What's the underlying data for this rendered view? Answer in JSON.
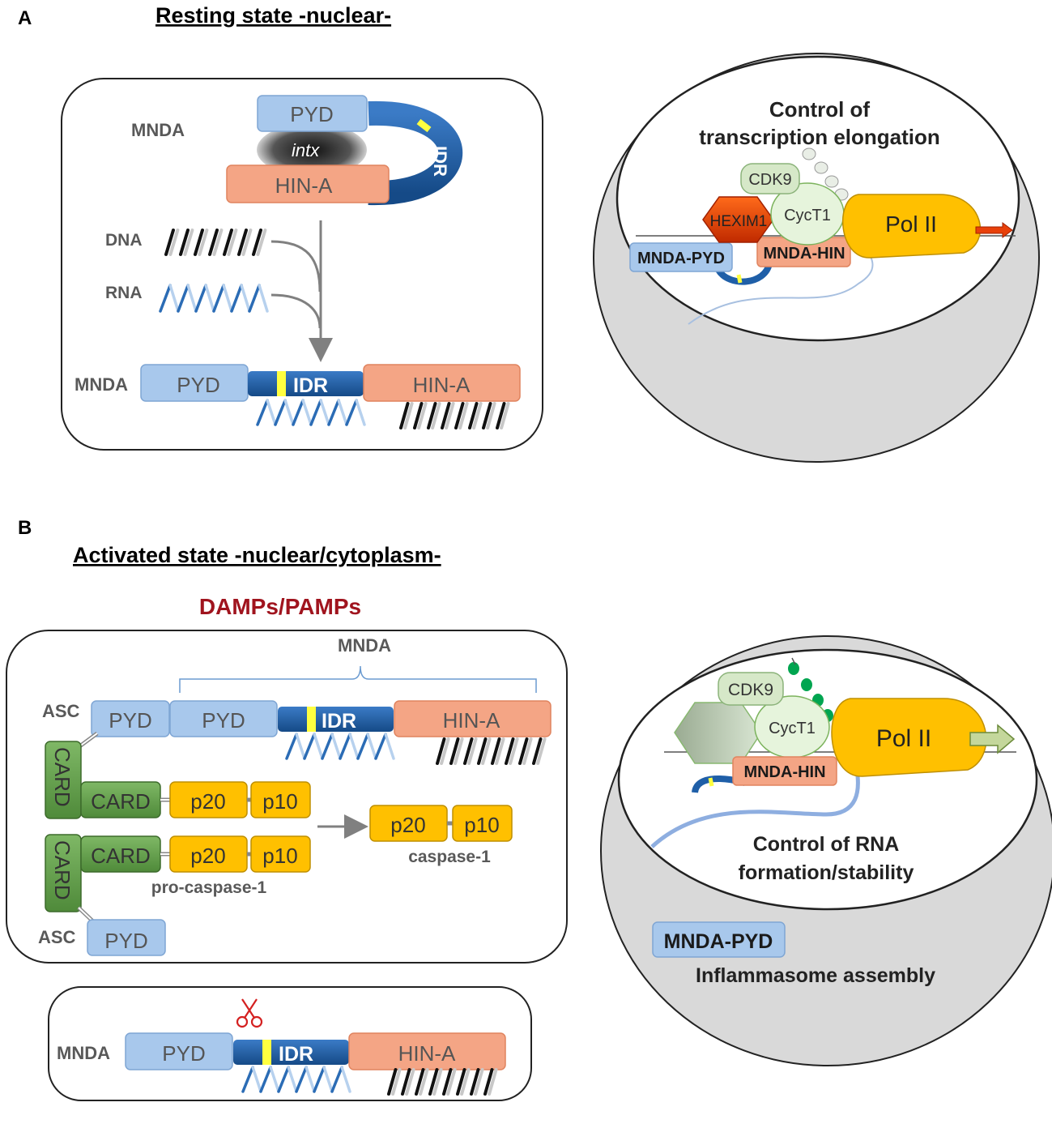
{
  "panel_a": {
    "letter": "A",
    "title": "Resting state -nuclear-",
    "left_box": {
      "mnda_label": "MNDA",
      "pyd": "PYD",
      "intx": "intx",
      "idr": "IDR",
      "hin": "HIN-A",
      "dna_label": "DNA",
      "rna_label": "RNA",
      "linear": {
        "mnda": "MNDA",
        "pyd": "PYD",
        "idr": "IDR",
        "hin": "HIN-A"
      }
    },
    "right_cell": {
      "title_line1": "Control of",
      "title_line2": "transcription elongation",
      "cdk9": "CDK9",
      "cyct1": "CycT1",
      "hexim1": "HEXIM1",
      "pol2": "Pol II",
      "mnda_pyd": "MNDA-PYD",
      "mnda_hin": "MNDA-HIN"
    }
  },
  "panel_b": {
    "letter": "B",
    "title": "Activated state -nuclear/cytoplasm-",
    "damps": "DAMPs/PAMPs",
    "inflammasome_box": {
      "mnda_label": "MNDA",
      "asc_top": "ASC",
      "asc_pyd": "PYD",
      "pyd": "PYD",
      "idr": "IDR",
      "hin": "HIN-A",
      "card_vertical": "CARD",
      "card": "CARD",
      "p20": "p20",
      "p10": "p10",
      "procaspase": "pro-caspase-1",
      "caspase": "caspase-1",
      "asc_bottom": "ASC",
      "asc_pyd_bottom": "PYD"
    },
    "cleaved_box": {
      "mnda": "MNDA",
      "pyd": "PYD",
      "idr": "IDR",
      "hin": "HIN-A"
    },
    "right_cell": {
      "cdk9": "CDK9",
      "cyct1": "CycT1",
      "pol2": "Pol II",
      "mnda_hin": "MNDA-HIN",
      "rna_line1": "Control of RNA",
      "rna_line2": "formation/stability",
      "mnda_pyd": "MNDA-PYD",
      "inflammasome": "Inflammasome assembly"
    }
  },
  "colors": {
    "pyd": "#a8c8ec",
    "idr": "#1f5fa8",
    "hin": "#f4a585",
    "caspase": "#ffc000",
    "card": "#6aa84f",
    "hexim1": "#e8400a",
    "cdk9": "#d6e8c8",
    "cell": "#d9d9d9",
    "damps": "#a0141e"
  }
}
